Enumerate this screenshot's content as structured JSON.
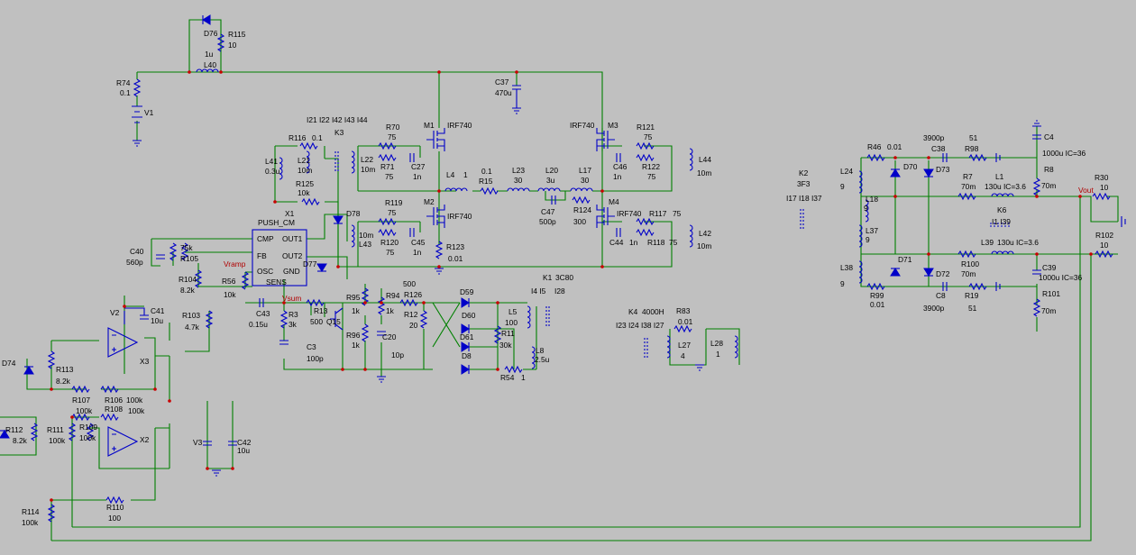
{
  "labels": {
    "D76": "D76",
    "R115": "R115",
    "R115_v": "10",
    "L40": "L40",
    "L40_v": "1u",
    "R74": "R74",
    "R74_v": "0.1",
    "V1": "V1",
    "C37": "C37",
    "C37_v": "470u",
    "K3": "K3",
    "K3_l": "I21 I22 I42 I43 I44",
    "R116": "R116",
    "R116_v": "0.1",
    "L41": "L41",
    "L41_v": "0.3u",
    "L21": "L21",
    "L21_v": "10m",
    "R125": "R125",
    "R125_v": "10k",
    "R70": "R70",
    "R70_v": "75",
    "L22": "L22",
    "L22_v": "10m",
    "R71": "R71",
    "R71_v": "75",
    "C27": "C27",
    "C27_v": "1n",
    "M1": "M1",
    "M1_v": "IRF740",
    "M3": "M3",
    "M3_v": "IRF740",
    "R121": "R121",
    "R121_v": "75",
    "C46": "C46",
    "C46_v": "1n",
    "R122": "R122",
    "R122_v": "75",
    "L44": "L44",
    "L44_v": "10m",
    "L4": "L4",
    "L4_v": "1",
    "R15": "R15",
    "R15_v": "0.1",
    "L23": "L23",
    "L23_v": "30",
    "L20": "L20",
    "L20_v": "3u",
    "L17": "L17",
    "L17_v": "30",
    "C47": "C47",
    "C47_v": "500p",
    "R124": "R124",
    "R124_v": "300",
    "M2": "M2",
    "M2_v": "IRF740",
    "M4": "M4",
    "M4_v": "IRF740",
    "R119": "R119",
    "R119_v": "75",
    "L43": "L43",
    "L43_v": "10m",
    "R120": "R120",
    "R120_v": "75",
    "C45": "C45",
    "C45_v": "1n",
    "R123": "R123",
    "R123_v": "0.01",
    "R117": "R117",
    "R117_v": "75",
    "C44": "C44",
    "C44_v": "1n",
    "R118": "R118",
    "R118_v": "75",
    "L42": "L42",
    "L42_v": "10m",
    "D78": "D78",
    "X1": "X1",
    "X1_v": "PUSH_CM",
    "pin_cmp": "CMP",
    "pin_out1": "OUT1",
    "pin_fb": "FB",
    "pin_out2": "OUT2",
    "pin_osc": "OSC",
    "pin_gnd": "GND",
    "pin_sens": "SENS",
    "C40": "C40",
    "C40_v": "560p",
    "R105_v": "75k",
    "R105": "R105",
    "R104": "R104",
    "R104_v": "8.2k",
    "Vramp": "Vramp",
    "D77": "D77",
    "R56": "R56",
    "R56_v": "10k",
    "C43": "C43",
    "C43_v": "0.15u",
    "Vsum": "Vsum",
    "R13": "R13",
    "R13_v": "500",
    "Q15": "Q15",
    "R3": "R3",
    "R3_v": "3k",
    "C3": "C3",
    "C3_v": "100p",
    "R95": "R95",
    "R95_v": "1k",
    "R96": "R96",
    "R96_v": "1k",
    "R94": "R94",
    "R94_v": "1k",
    "C20": "C20",
    "C20_v": "10p",
    "R126": "R126",
    "R126_v": "500",
    "R12": "R12",
    "R12_v": "20",
    "D59": "D59",
    "D60": "D60",
    "D61": "D61",
    "D8": "D8",
    "K1": "K1",
    "K1_v": "3C80",
    "K1_l": "I4 I5",
    "K1_l2": "I28",
    "L5": "L5",
    "L5_v": "100",
    "R11": "R11",
    "R11_v": "30k",
    "L8": "L8",
    "L8_v": "2.5u",
    "R54": "R54",
    "R54_v": "1",
    "K4": "K4",
    "K4_v": "4000H",
    "K4_l": "I23 I24 I38 I27",
    "R83": "R83",
    "R83_v": "0.01",
    "L27": "L27",
    "L27_v": "4",
    "L28": "L28",
    "L28_v": "1",
    "K2": "K2",
    "K2_v": "3F3",
    "K2_l": "I17 I18 I37",
    "R46": "R46",
    "R46_v": "0.01",
    "L24": "L24",
    "L24_v": "9",
    "L18": "L18",
    "L18_v": "9",
    "L37": "L37",
    "L37_v": "9",
    "L38": "L38",
    "L38_v": "9",
    "R99": "R99",
    "R99_v": "0.01",
    "D70": "D70",
    "D73": "D73",
    "D71": "D71",
    "D72": "D72",
    "C38_v": "3900p",
    "C38": "C38",
    "R98": "R98",
    "R98_v": "51",
    "C4": "C4",
    "C4_v": "1000u IC=36",
    "R8": "R8",
    "R8_v": "70m",
    "R7": "R7",
    "R7_v": "70m",
    "L1": "L1",
    "L1_v": "130u IC=3.6",
    "K6": "K6",
    "K6_l": "I1 I39",
    "L39": "L39",
    "L39_v": "130u IC=3.6",
    "R100": "R100",
    "R100_v": "70m",
    "C39": "C39",
    "C39_v": "1000u IC=36",
    "R101": "R101",
    "R101_v": "70m",
    "C8": "C8",
    "C8_v": "3900p",
    "R19": "R19",
    "R19_v": "51",
    "Vout": "Vout",
    "R30": "R30",
    "R30_v": "10",
    "R102": "R102",
    "R102_v": "10",
    "V2": "V2",
    "C41": "C41",
    "C41_v": "10u",
    "R103": "R103",
    "R103_v": "4.7k",
    "X3": "X3",
    "D74": "D74",
    "R113": "R113",
    "R113_v": "8.2k",
    "R107": "R107",
    "R107_v": "100k",
    "R106": "R106",
    "R106_v": "100k",
    "R108": "R108",
    "R108_v": "100k",
    "R112": "R112",
    "R112_v": "8.2k",
    "R111": "R111",
    "R111_v": "100k",
    "R109": "R109",
    "R109_v": "100k",
    "X2": "X2",
    "V3": "V3",
    "C42": "C42",
    "C42_v": "10u",
    "R110": "R110",
    "R110_v": "100",
    "R114": "R114",
    "R114_v": "100k"
  }
}
